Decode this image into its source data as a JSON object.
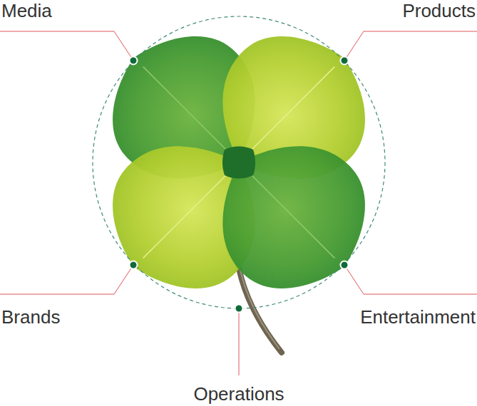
{
  "diagram": {
    "labels": [
      "Media",
      "Products",
      "Brands",
      "Entertainment",
      "Operations"
    ]
  }
}
